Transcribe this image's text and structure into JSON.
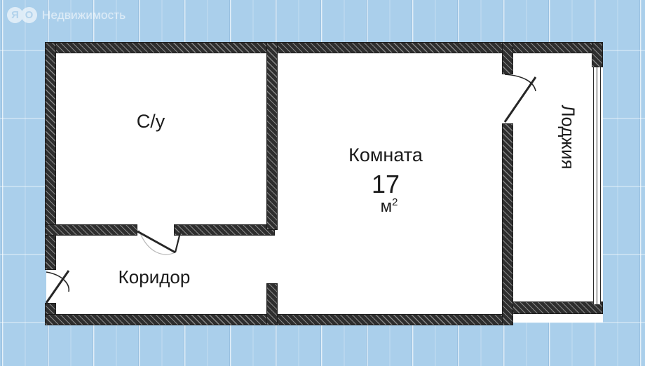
{
  "watermark": {
    "brand": "Недвижимость",
    "logo_glyph_1": "Я",
    "logo_glyph_2": "О",
    "center_mark": "Я\nО"
  },
  "plan": {
    "type": "floor-plan",
    "rooms": [
      {
        "id": "bathroom",
        "label": "С/у",
        "area": null
      },
      {
        "id": "room",
        "label": "Комната",
        "area": "17",
        "area_unit": "м",
        "area_exponent": "2"
      },
      {
        "id": "corridor",
        "label": "Коридор",
        "area": null
      },
      {
        "id": "loggia",
        "label": "Лоджия",
        "area": null
      }
    ],
    "doors": [
      {
        "id": "entrance-door",
        "swing": "outward-left"
      },
      {
        "id": "bathroom-door",
        "swing": "inward"
      },
      {
        "id": "loggia-door",
        "swing": "inward-right"
      }
    ],
    "colors": {
      "background": "#aacfeb",
      "wall": "#2e2e2e",
      "room_fill": "#ffffff",
      "text": "#1b1b1b",
      "watermark": "#ffffff"
    }
  }
}
